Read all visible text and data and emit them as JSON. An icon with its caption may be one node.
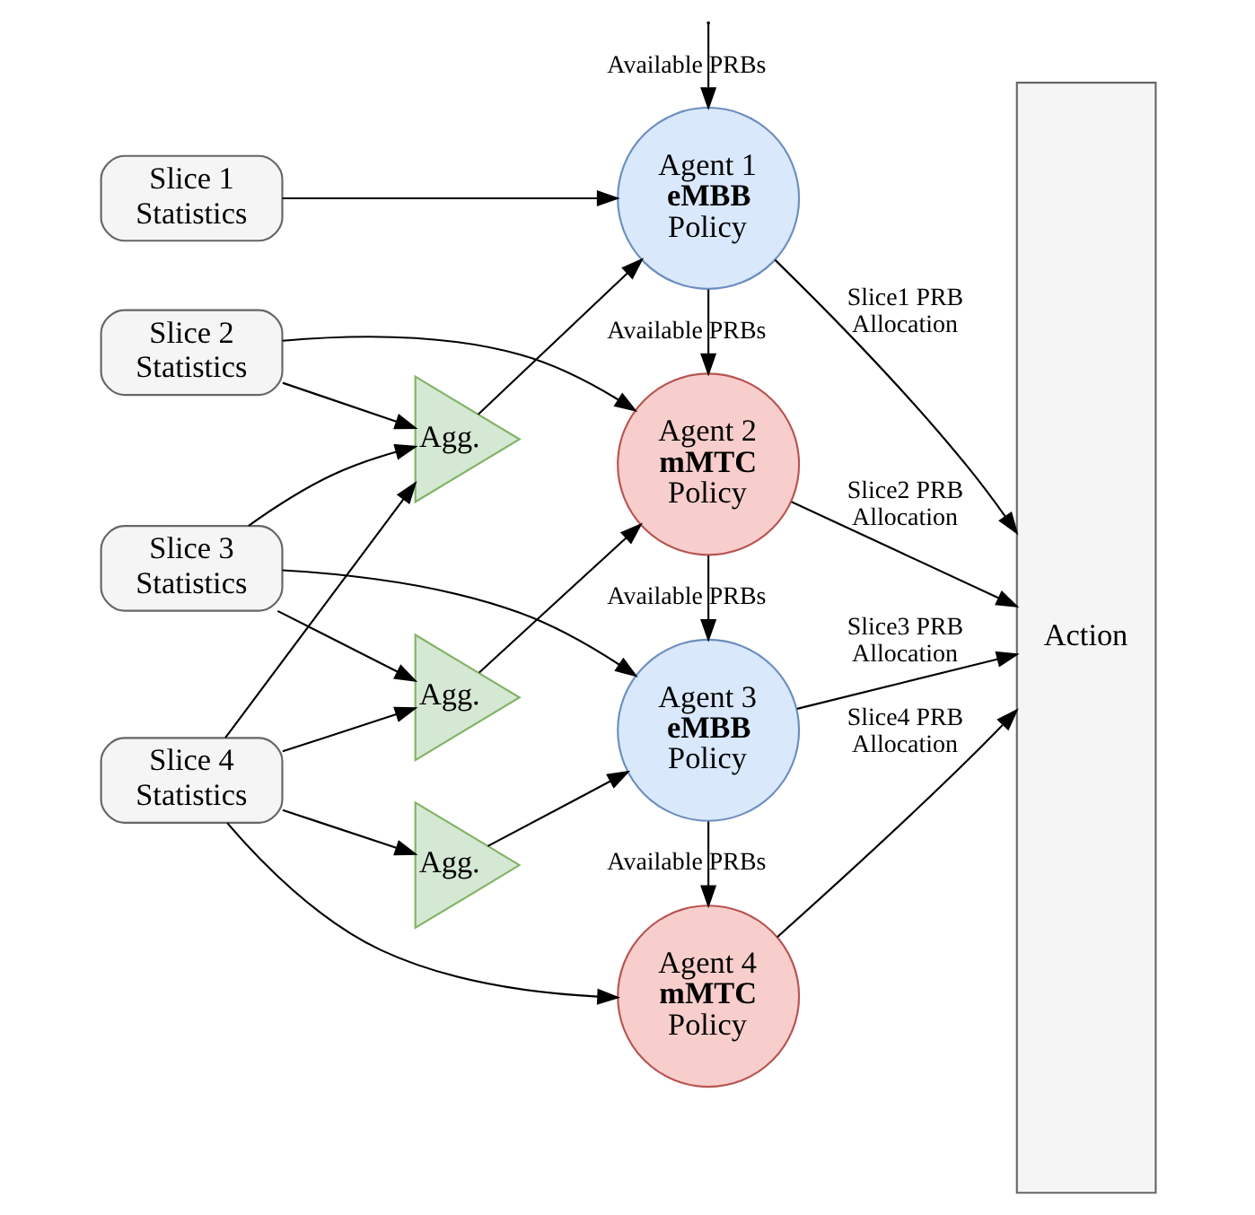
{
  "diagram": {
    "nodes": [
      {
        "text": [
          "Slice 1 Statistics"
        ]
      },
      {
        "text": [
          "Agent 1 **eMBB** Policy"
        ]
      },
      {
        "text": [
          "Agg."
        ]
      },
      {
        "text": [
          "Slice 2 Statistics"
        ]
      },
      {
        "text": [
          "Agent 2 **mMTC** Policy"
        ]
      },
      {
        "text": [
          "Agg."
        ]
      },
      {
        "text": [
          "Slice 3 Statistics"
        ]
      },
      {
        "text": [
          "Agent 3 **eMBB** Policy"
        ]
      },
      {
        "text": [
          "Agg."
        ]
      },
      {
        "text": [
          "Slice 4 Statistics"
        ]
      },
      {
        "text": [
          "Agent 4 **mMTC** Policy"
        ]
      },
      {
        "text": [
          "Action"
        ]
      }
    ],
    "edges": [
      {
        "from": null,
        "to": 1,
        "arrow": "to",
        "label": "Available PRBs"
      },
      {
        "from": 0,
        "to": 1,
        "arrow": "to"
      },
      {
        "from": 2,
        "to": 1,
        "arrow": "to"
      },
      {
        "from": 3,
        "to": 2,
        "arrow": "to"
      },
      {
        "from": 6,
        "to": 2,
        "arrow": "to"
      },
      {
        "from": 9,
        "to": 2,
        "arrow": "to"
      },
      {
        "from": 1,
        "to": 4,
        "arrow": "to",
        "label": "Available PRBs"
      },
      {
        "from": 3,
        "to": 4,
        "arrow": "to"
      },
      {
        "from": 5,
        "to": 4,
        "arrow": "to"
      },
      {
        "from": 6,
        "to": 5,
        "arrow": "to"
      },
      {
        "from": 9,
        "to": 5,
        "arrow": "to"
      },
      {
        "from": 4,
        "to": 7,
        "arrow": "to",
        "label": "Available PRBs"
      },
      {
        "from": 6,
        "to": 7,
        "arrow": "to"
      },
      {
        "from": 8,
        "to": 7,
        "arrow": "to"
      },
      {
        "from": 9,
        "to": 8,
        "arrow": "to"
      },
      {
        "from": 7,
        "to": 10,
        "arrow": "to",
        "label": "Available PRBs"
      },
      {
        "from": 9,
        "to": 10,
        "arrow": "to"
      },
      {
        "from": 1,
        "to": 11,
        "arrow": "to",
        "label": "Slice1 PRB Allocation"
      },
      {
        "from": 4,
        "to": 11,
        "arrow": "to",
        "label": "Slice2 PRB Allocation"
      },
      {
        "from": 7,
        "to": 11,
        "arrow": "to",
        "label": "Slice3 PRB Allocation"
      },
      {
        "from": 10,
        "to": 11,
        "arrow": "to",
        "label": "Slice4 PRB Allocation"
      }
    ]
  }
}
